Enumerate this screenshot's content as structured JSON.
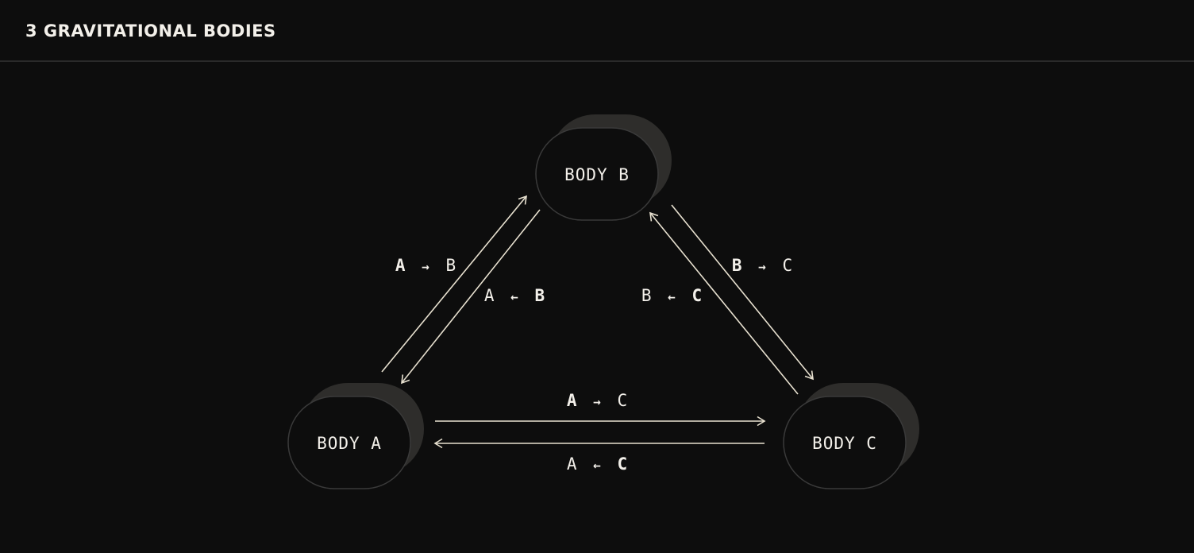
{
  "header": {
    "title": "3 GRAVITATIONAL BODIES"
  },
  "colors": {
    "background": "#0d0d0d",
    "node_fill": "#0d0d0d",
    "node_shadow": "#2e2d2b",
    "node_stroke": "#3a3a3a",
    "line": "#e8e1d0",
    "text": "#f3f0ea",
    "divider": "#2a2a2a"
  },
  "nodes": [
    {
      "id": "A",
      "label": "BODY A"
    },
    {
      "id": "B",
      "label": "BODY B"
    },
    {
      "id": "C",
      "label": "BODY C"
    }
  ],
  "edges": [
    {
      "from": "A",
      "to": "B",
      "label": [
        "A",
        "→",
        "B"
      ],
      "strong": "A"
    },
    {
      "from": "B",
      "to": "A",
      "label": [
        "A",
        "←",
        "B"
      ],
      "strong": "B"
    },
    {
      "from": "B",
      "to": "C",
      "label": [
        "B",
        "→",
        "C"
      ],
      "strong": "B"
    },
    {
      "from": "C",
      "to": "B",
      "label": [
        "B",
        "←",
        "C"
      ],
      "strong": "C"
    },
    {
      "from": "A",
      "to": "C",
      "label": [
        "A",
        "→",
        "C"
      ],
      "strong": "A"
    },
    {
      "from": "C",
      "to": "A",
      "label": [
        "A",
        "←",
        "C"
      ],
      "strong": "C"
    }
  ]
}
